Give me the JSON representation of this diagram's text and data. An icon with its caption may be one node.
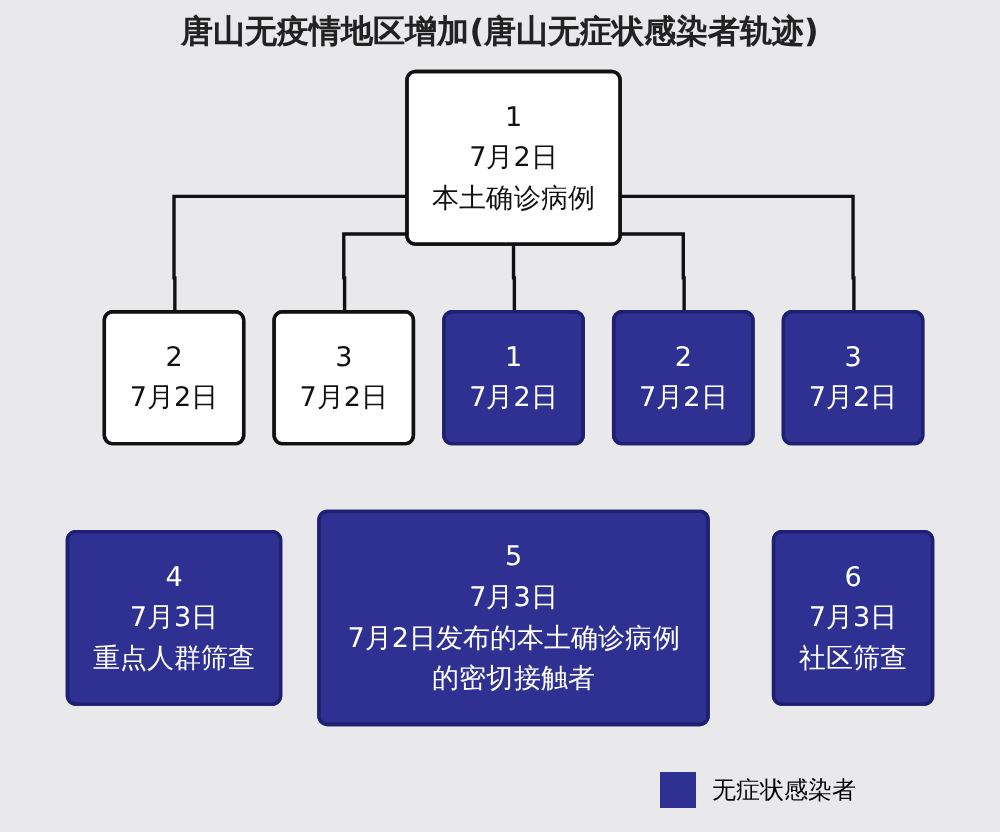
{
  "diagram": {
    "title": "唐山无疫情地区增加(唐山无症状感染者轨迹)",
    "nodes": [
      {
        "text": [
          "1",
          "7月2日",
          "本土确诊病例"
        ]
      },
      {
        "text": [
          "2",
          "7月2日"
        ]
      },
      {
        "text": [
          "3",
          "7月2日"
        ]
      },
      {
        "text": [
          "1",
          "7月2日"
        ]
      },
      {
        "text": [
          "2",
          "7月2日"
        ]
      },
      {
        "text": [
          "3",
          "7月2日"
        ]
      },
      {
        "text": [
          "4",
          "7月3日",
          "重点人群筛查"
        ]
      },
      {
        "text": [
          "5",
          "7月3日",
          "7月2日发布的本土确诊病例的密切接触者"
        ]
      },
      {
        "text": [
          "6",
          "7月3日",
          "社区筛查"
        ]
      }
    ],
    "edges": [
      {
        "from": 0,
        "to": 1,
        "arrow": "none"
      },
      {
        "from": 0,
        "to": 2,
        "arrow": "none"
      },
      {
        "from": 0,
        "to": 3,
        "arrow": "none"
      },
      {
        "from": 0,
        "to": 4,
        "arrow": "none"
      },
      {
        "from": 0,
        "to": 5,
        "arrow": "none"
      }
    ],
    "legend": [
      {
        "text": "无症状感染者",
        "color": "#2e3192"
      }
    ]
  }
}
